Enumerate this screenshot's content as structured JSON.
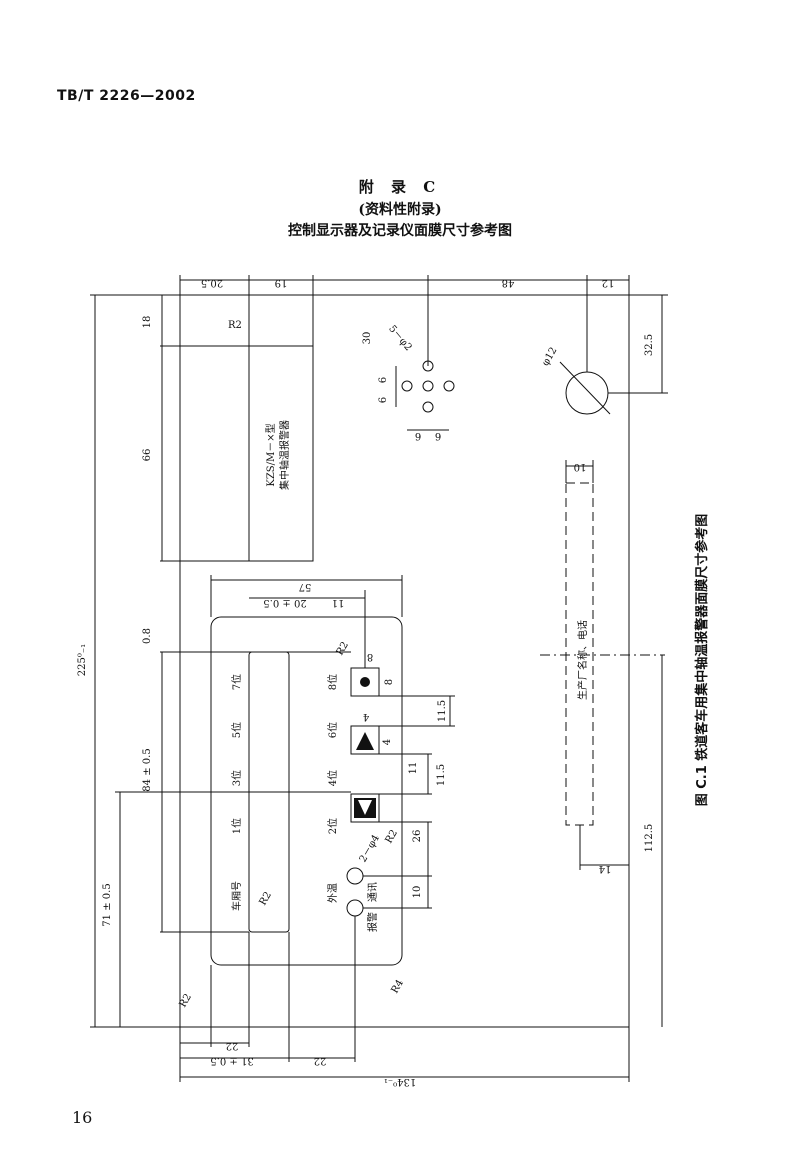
{
  "header": {
    "standard_number": "TB/T 2226—2002"
  },
  "appendix": {
    "title": "附 录 C",
    "nature": "(资料性附录)",
    "subtitle": "控制显示器及记录仪面膜尺寸参考图"
  },
  "figure": {
    "caption": "图 C.1  铁道客车用集中轴温报警器面膜尺寸参考图",
    "device_label_line1": "KZS/M－×型",
    "device_label_line2": "集中轴温报警器",
    "manufacturer_text": "生产厂名称、电话",
    "positions": [
      "7位",
      "5位",
      "3位",
      "1位",
      "车厢号"
    ],
    "right_positions": [
      "8位",
      "6位",
      "4位",
      "2位"
    ],
    "bottom_labels": [
      "外温",
      "报警",
      "通讯"
    ],
    "dimensions": {
      "top_20_5": "20.5",
      "top_19": "19",
      "top_48": "48",
      "top_12": "12",
      "left_18": "18",
      "left_66": "66",
      "r2_top": "R2",
      "holes_30": "30",
      "holes_note": "5－φ2",
      "holes_6a": "6",
      "holes_6b": "6",
      "holes_6c": "6",
      "holes_6d": "6",
      "phi12": "φ12",
      "right_32_5": "32.5",
      "slot_10": "10",
      "d57": "57",
      "d20": "20 ± 0.5",
      "d11": "11",
      "d0_8": "0.8",
      "d84": "84 ± 0.5",
      "d71": "71 ± 0.5",
      "d225": "225⁰₋₁",
      "d8a": "8",
      "d8b": "8",
      "d11_5a": "11.5",
      "d4a": "4",
      "d4b": "4",
      "d11_5b": "11.5",
      "d26": "26",
      "d10": "10",
      "phi4": "2－φ4",
      "r2_mid": "R2",
      "r2_disp": "R2",
      "r2_low": "R2",
      "r4": "R4",
      "r2_corner": "R2",
      "d112_5": "112.5",
      "d14": "14",
      "b22a": "22",
      "b22b": "22",
      "b31": "31 ± 0.5",
      "b134": "134⁰₋₁"
    }
  },
  "footer": {
    "page_number": "16"
  }
}
